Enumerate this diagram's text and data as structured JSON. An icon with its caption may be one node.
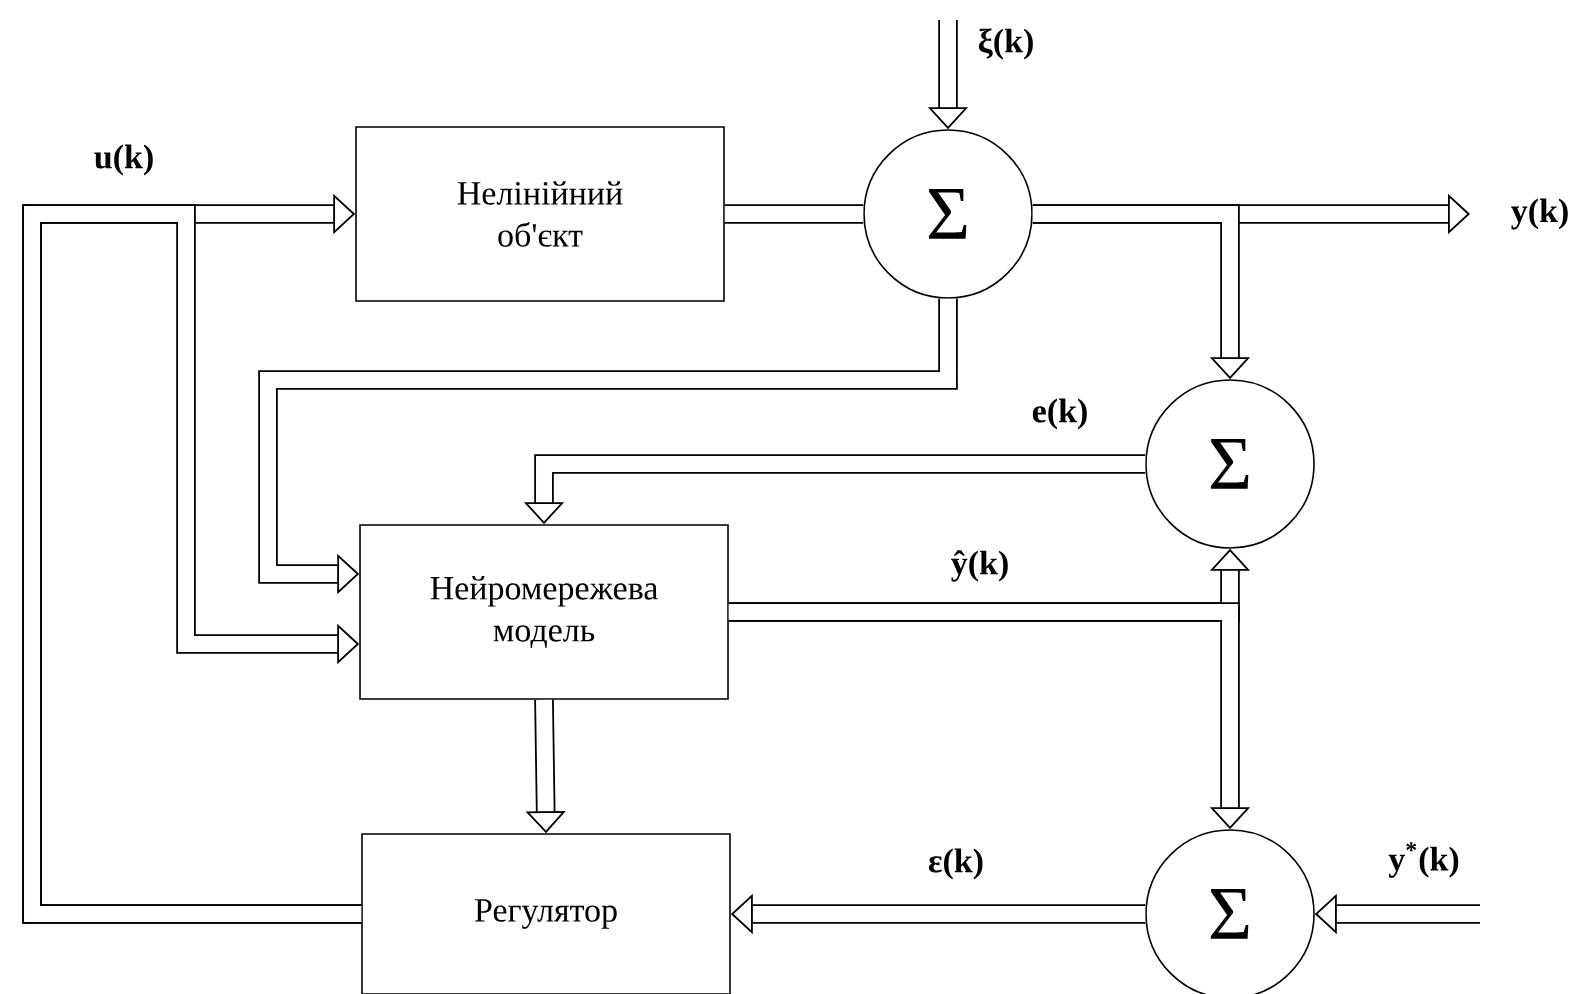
{
  "diagram": {
    "nodes": [
      {
        "text": [
          "Нелінійний об'єкт"
        ]
      },
      {
        "text": [
          "Σ"
        ]
      },
      {
        "text": [
          "Σ"
        ]
      },
      {
        "text": [
          "Нейромережева модель"
        ]
      },
      {
        "text": [
          "Σ"
        ]
      },
      {
        "text": [
          "Регулятор"
        ]
      }
    ],
    "edges": [
      {
        "from": 0,
        "to": 1,
        "arrow": "none"
      },
      {
        "from": null,
        "to": 1,
        "arrow": "to",
        "label": "ξ(k)"
      },
      {
        "from": 1,
        "to": null,
        "arrow": "to",
        "label": "y(k)"
      },
      {
        "from": 1,
        "to": 2,
        "arrow": "to"
      },
      {
        "from": 1,
        "to": 3,
        "arrow": "to"
      },
      {
        "from": 2,
        "to": 3,
        "arrow": "to",
        "label": "e(k)"
      },
      {
        "from": 3,
        "to": 2,
        "arrow": "to",
        "label": "ŷ(k)"
      },
      {
        "from": 3,
        "to": 4,
        "arrow": "to"
      },
      {
        "from": 3,
        "to": 5,
        "arrow": "to"
      },
      {
        "from": null,
        "to": 4,
        "arrow": "to",
        "label": "y$^{*}$(k)"
      },
      {
        "from": 4,
        "to": 5,
        "arrow": "to",
        "label": "ε(k)"
      },
      {
        "from": 5,
        "to": 0,
        "arrow": "to",
        "label": "u(k)"
      },
      {
        "from": 5,
        "to": 3,
        "arrow": "to"
      }
    ]
  }
}
